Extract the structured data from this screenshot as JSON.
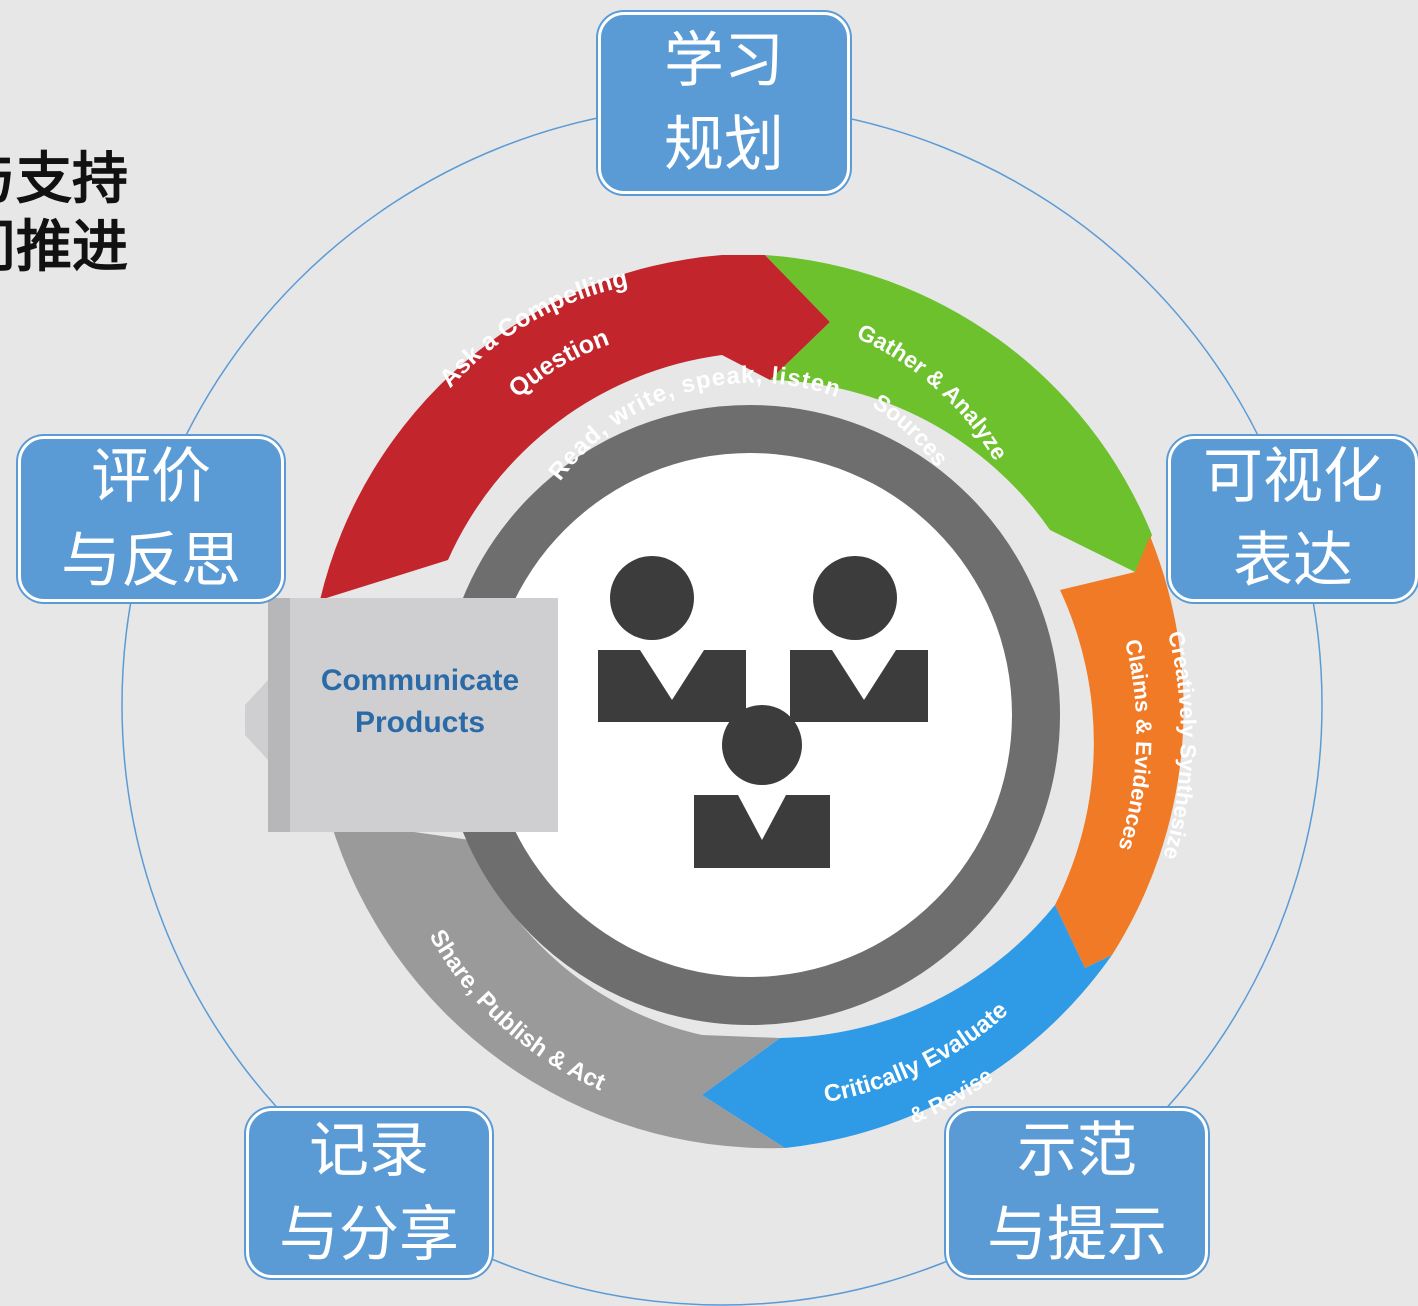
{
  "title": {
    "line1": "与支持",
    "line2": "问推进"
  },
  "outer_boxes": {
    "plan": {
      "line1": "学习",
      "line2": "规划"
    },
    "visual": {
      "line1": "可视化",
      "line2": "表达"
    },
    "demo": {
      "line1": "示范",
      "line2": "与提示"
    },
    "record": {
      "line1": "记录",
      "line2": "与分享"
    },
    "eval": {
      "line1": "评价",
      "line2": "与反思"
    }
  },
  "cycle": {
    "ask": "Ask a Compelling Question",
    "gather": "Gather & Analyze Sources",
    "synthesize": "Creatively Synthesize Claims & Evidences",
    "evaluate": "Critically Evaluate & Revise",
    "share": "Share, Publish & Act",
    "inner_ring": "Read, write, speak, listen",
    "communicate_line1": "Communicate",
    "communicate_line2": "Products"
  },
  "colors": {
    "ask": "#c2262c",
    "gather": "#6cc12c",
    "synthesize": "#f07a26",
    "evaluate": "#2f9be6",
    "share": "#9a9a9a",
    "inner_ring": "#6e6e6e",
    "box": "#5b9bd5",
    "people": "#3c3c3c"
  },
  "icons": [
    "people-group-icon"
  ]
}
